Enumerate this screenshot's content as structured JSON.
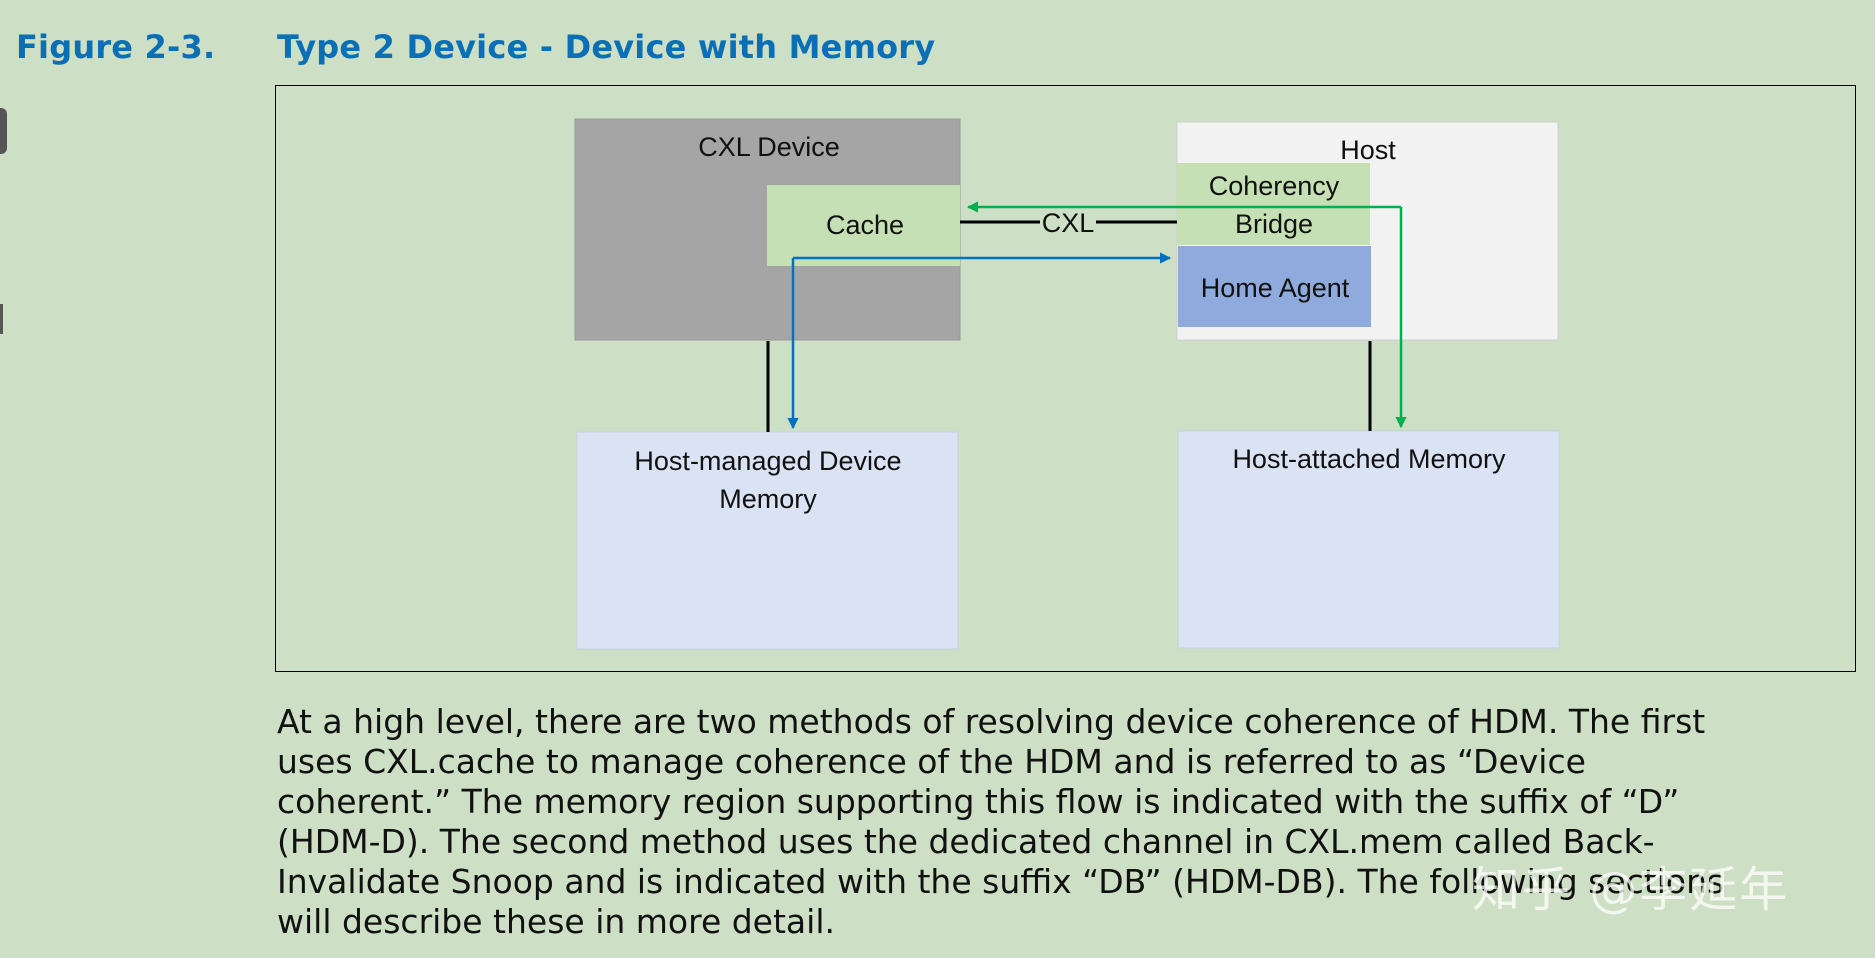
{
  "figure": {
    "label": "Figure 2-3.",
    "title": "Type 2 Device - Device with Memory"
  },
  "diagram": {
    "cxl_device": "CXL Device",
    "cache": "Cache",
    "link_label": "CXL",
    "host": "Host",
    "coherency_bridge_line1": "Coherency",
    "coherency_bridge_line2": "Bridge",
    "home_agent": "Home Agent",
    "device_memory_line1": "Host-managed Device",
    "device_memory_line2": "Memory",
    "host_memory": "Host-attached Memory",
    "colors": {
      "cxl_device_fill": "#a5a5a5",
      "cache_fill": "#c5e0b4",
      "host_fill": "#f2f2f2",
      "home_agent_fill": "#8faadc",
      "memory_fill": "#dae3f3",
      "blue_arrow": "#0070c0",
      "green_arrow": "#00b050"
    }
  },
  "body": {
    "paragraph": "At a high level, there are two methods of resolving device coherence of HDM. The first\nuses CXL.cache to manage coherence of the HDM and is referred to as “Device\ncoherent.” The memory region supporting this flow is indicated with the suffix of “D”\n(HDM-D). The second method uses the dedicated channel in CXL.mem called Back-\nInvalidate Snoop and is indicated with the suffix “DB” (HDM-DB). The following sections\nwill describe these in more detail."
  },
  "watermark": "知乎 @李延年"
}
